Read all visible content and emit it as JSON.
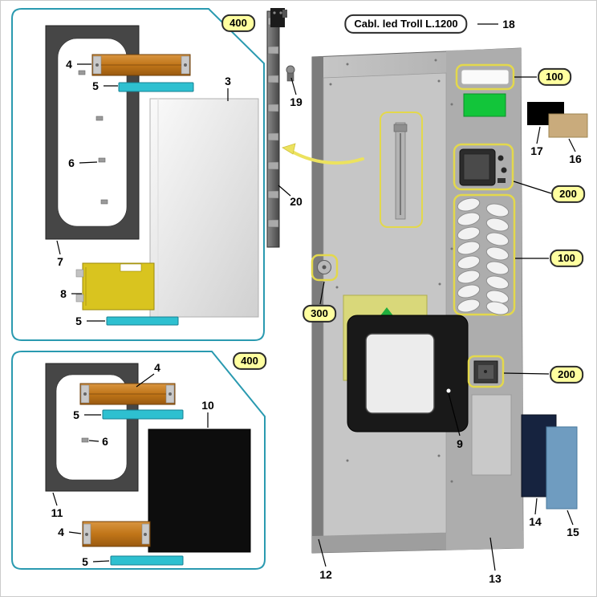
{
  "title": "Cabl. led Troll L.1200",
  "labels": {
    "3": "3",
    "4": "4",
    "5": "5",
    "6": "6",
    "7": "7",
    "8": "8",
    "9": "9",
    "10": "10",
    "11": "11",
    "12": "12",
    "13": "13",
    "14": "14",
    "15": "15",
    "16": "16",
    "17": "17",
    "18": "18",
    "19": "19",
    "20": "20"
  },
  "refs": {
    "400": "400",
    "100": "100",
    "200": "200",
    "300": "300"
  },
  "colors": {
    "panel_border": "#2a9ab0",
    "badge_bg": "#ffffa0",
    "highlight_outline": "#e3d84c",
    "cyan_strip": "#2ec0d0",
    "orange_bar": "#c07518",
    "frame_dark": "#464646",
    "door_gray": "#b5b5b5",
    "green_module": "#12c53a",
    "yellow_plate": "#d9c41f",
    "pale_yellow_plate": "#d9d87a",
    "navy_panel": "#16233f",
    "blue_panel": "#6f9cc0",
    "tan_panel": "#c9ab7c",
    "black_panel": "#0d0d0d"
  }
}
